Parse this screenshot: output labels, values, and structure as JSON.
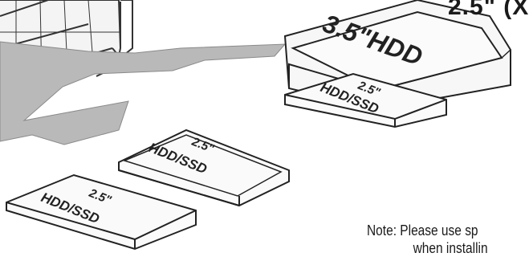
{
  "header": {
    "title": "2.5\" (X"
  },
  "drives": {
    "hdd35": {
      "label": "3.5\"HDD"
    },
    "ssd_upper": {
      "size": "2.5\"",
      "type": "HDD/SSD"
    },
    "hdd_middle": {
      "size": "2.5\"",
      "type": "HDD/SSD"
    },
    "ssd_lower": {
      "size": "2.5\"",
      "type": "HDD/SSD"
    }
  },
  "note": {
    "line1": "Note: Please use sp",
    "line2": "when installin"
  }
}
